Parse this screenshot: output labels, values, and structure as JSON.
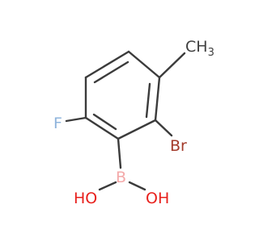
{
  "molecule": {
    "atoms": {
      "methyl": {
        "main": "CH",
        "subscript": "3"
      },
      "fluorine": "F",
      "bromine": "Br",
      "boron": "B",
      "hydroxyl_left": "HO",
      "hydroxyl_right": "OH"
    },
    "colors": {
      "bond": "#3b3b3b",
      "methyl": "#404040",
      "fluorine": "#8fb4dc",
      "bromine": "#a33a2a",
      "boron": "#f4a9a9",
      "oxygen": "#e8211d"
    }
  }
}
